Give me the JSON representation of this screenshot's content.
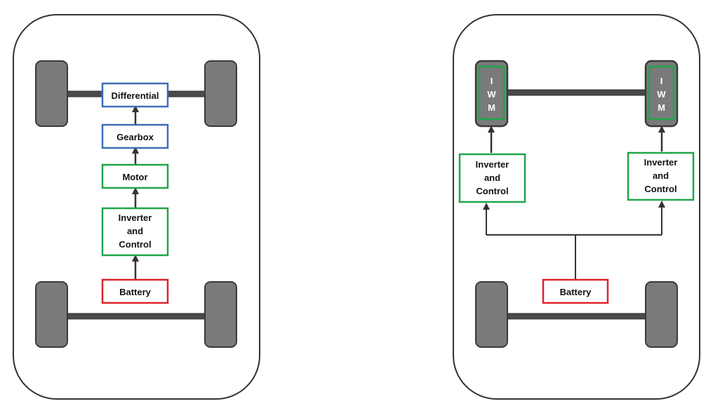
{
  "colors": {
    "chassis_stroke": "#333333",
    "wheel_fill": "#7a7a7a",
    "wheel_stroke": "#3a3a3a",
    "axle": "#404040",
    "arrow": "#333333",
    "blue": "#3d6eb5",
    "green": "#1fa64a",
    "red": "#e0212b",
    "text": "#111111",
    "iwm_text": "#ffffff"
  },
  "left_diagram": {
    "differential": "Differential",
    "gearbox": "Gearbox",
    "motor": "Motor",
    "inverter": [
      "Inverter",
      "and",
      "Control"
    ],
    "battery": "Battery"
  },
  "right_diagram": {
    "iwm_letters": [
      "I",
      "W",
      "M"
    ],
    "inverter_left": [
      "Inverter",
      "and",
      "Control"
    ],
    "inverter_right": [
      "Inverter",
      "and",
      "Control"
    ],
    "battery": "Battery"
  }
}
